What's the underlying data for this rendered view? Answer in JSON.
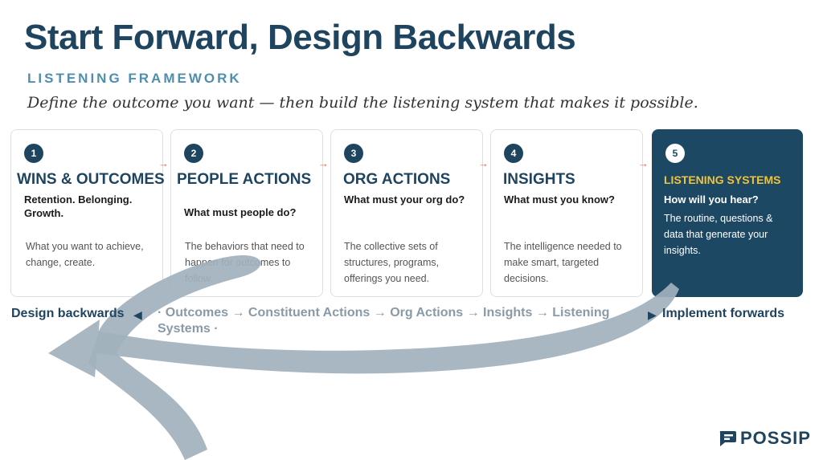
{
  "header": {
    "title": "Start Forward, Design Backwards",
    "subtitle": "LISTENING FRAMEWORK",
    "tagline": "Define the outcome you want — then build the listening system that makes it possible."
  },
  "steps": [
    {
      "number": "1",
      "title": "WINS & OUTCOMES",
      "question": "Retention. Belonging. Growth.",
      "description": "What you want to achieve, change, create."
    },
    {
      "number": "2",
      "title": "PEOPLE ACTIONS",
      "question": "What must people do?",
      "description": "The behaviors that need to happen for outcomes to follow."
    },
    {
      "number": "3",
      "title": "ORG ACTIONS",
      "question": "What must your org do?",
      "description": "The collective sets of structures, programs, offerings you need."
    },
    {
      "number": "4",
      "title": "INSIGHTS",
      "question": "What must you know?",
      "description": "The intelligence needed to make smart, targeted decisions."
    },
    {
      "number": "5",
      "title": "LISTENING SYSTEMS",
      "question": "How will you hear?",
      "description": "The routine, questions & data that generate your insights."
    }
  ],
  "connector_arrow": "→",
  "footer": {
    "left_label": "Design backwards",
    "left_marker": "◀",
    "flow": "· Outcomes → Constituent Actions → Org Actions → Insights → Listening Systems ·",
    "right_marker": "▶",
    "right_label": "Implement forwards"
  },
  "logo": {
    "text": "POSSIP",
    "icon": "speech-bubble-icon"
  },
  "colors": {
    "navy": "#1f4460",
    "accent_blue": "#4f8fae",
    "highlight": "#f0c33c",
    "arrow": "#e06a52",
    "swoosh": "#a2b1bd"
  }
}
